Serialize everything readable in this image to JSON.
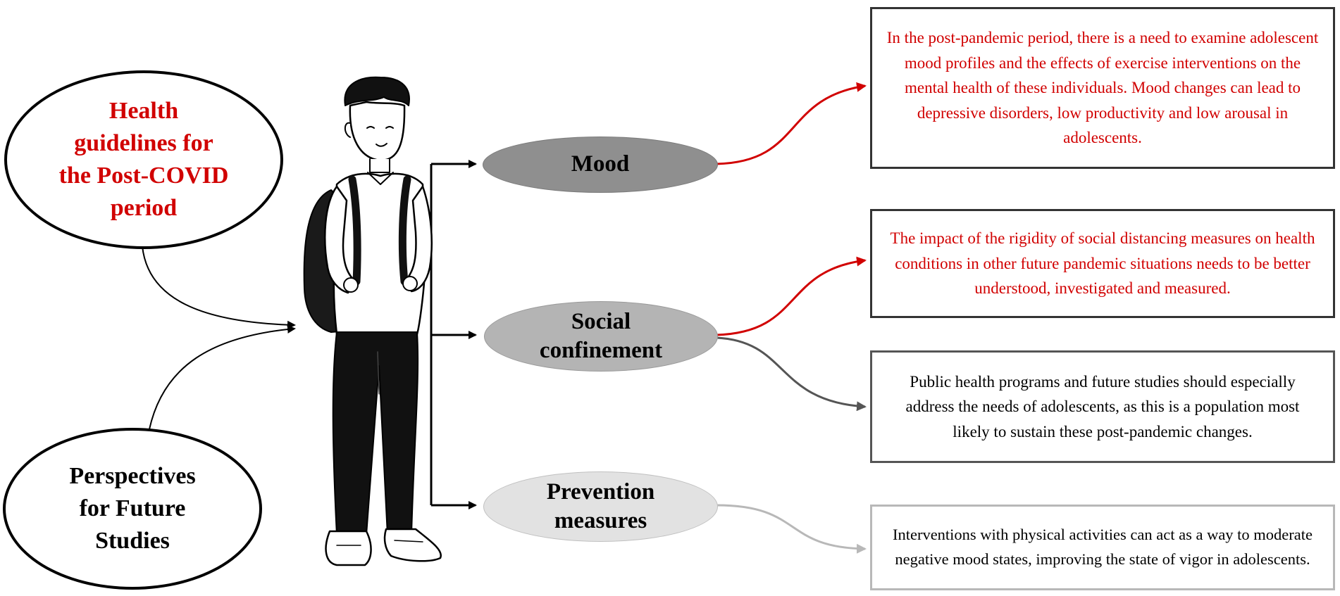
{
  "colors": {
    "accent_red": "#d10000",
    "mood_fill": "#8f8f8f",
    "social_fill": "#b4b4b4",
    "prevention_fill": "#e2e2e2",
    "dark_gray_line": "#555555",
    "light_gray_line": "#b8b8b8"
  },
  "left": {
    "health_guidelines": "Health guidelines for the Post-COVID period",
    "perspectives": "Perspectives for Future Studies"
  },
  "figure": {
    "icon": "student-with-backpack-icon"
  },
  "categories": {
    "mood": "Mood",
    "social_confinement": "Social confinement",
    "prevention_measures": "Prevention measures"
  },
  "boxes": {
    "mood_text": "In the post-pandemic period, there is a need to examine adolescent mood profiles and the effects of exercise interventions on the mental health of these individuals. Mood changes can lead to depressive disorders, low productivity and low arousal in adolescents.",
    "social_distancing_text": "The impact of the rigidity of social distancing measures on health conditions in other future pandemic situations needs to be better understood, investigated and measured.",
    "public_health_text": "Public health programs and future studies should especially address the needs of adolescents, as this is a population most likely to sustain these post-pandemic changes.",
    "interventions_text": "Interventions with physical activities can act as a way to moderate negative mood states, improving the state of vigor in adolescents."
  }
}
